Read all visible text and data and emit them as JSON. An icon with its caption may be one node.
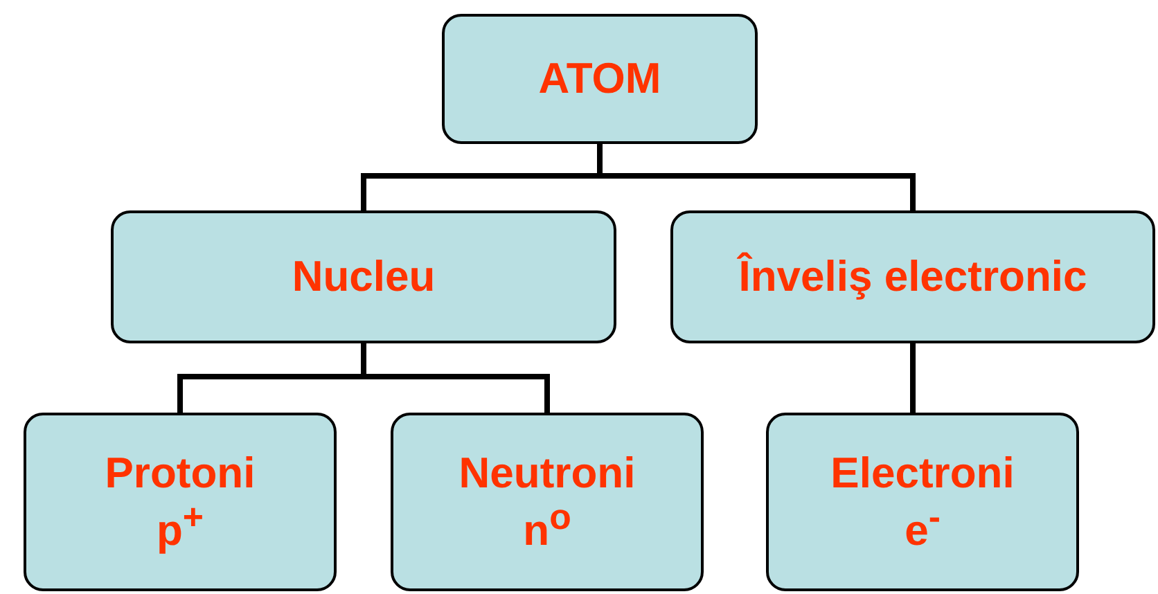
{
  "diagram": {
    "nodes": [
      {
        "text": [
          "ATOM"
        ]
      },
      {
        "text": [
          "Nucleu"
        ]
      },
      {
        "text": [
          "Înveliş electronic"
        ]
      },
      {
        "text": [
          "Protoni",
          "p$^{+}$"
        ]
      },
      {
        "text": [
          "Neutroni",
          "n$^{o}$"
        ]
      },
      {
        "text": [
          "Electroni",
          "e$^{-}$"
        ]
      }
    ],
    "edges": [
      {
        "from": 0,
        "to": 1,
        "arrow": "none"
      },
      {
        "from": 0,
        "to": 2,
        "arrow": "none"
      },
      {
        "from": 1,
        "to": 3,
        "arrow": "none"
      },
      {
        "from": 1,
        "to": 4,
        "arrow": "none"
      },
      {
        "from": 2,
        "to": 5,
        "arrow": "none"
      }
    ]
  }
}
